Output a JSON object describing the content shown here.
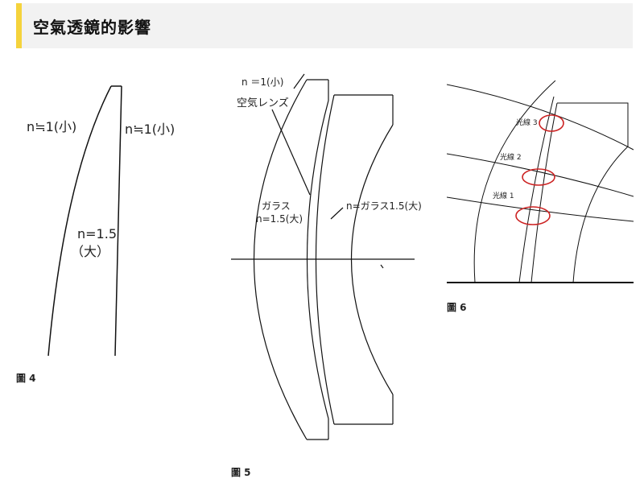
{
  "header": {
    "title": "空氣透鏡的影響",
    "accent_color": "#f5d33c",
    "background_color": "#f2f2f2"
  },
  "figure4": {
    "caption": "圖 4",
    "label_left": "n≒1(小)",
    "label_right": "n≒1(小)",
    "label_glass_n": "n=1.5",
    "label_glass_size": "（大）"
  },
  "figure5": {
    "caption": "圖 5",
    "label_top": "n ＝1(小)",
    "label_air_lens": "空気レンズ",
    "label_glass": "ガラス",
    "label_glass_n": "n=1.5(大)",
    "label_right_glass": "n=ガラス1.5(大)"
  },
  "figure6": {
    "caption": "圖 6",
    "ray3": "光線 3",
    "ray2": "光線 2",
    "ray1": "光線 1",
    "highlight_color": "#cc2222"
  }
}
